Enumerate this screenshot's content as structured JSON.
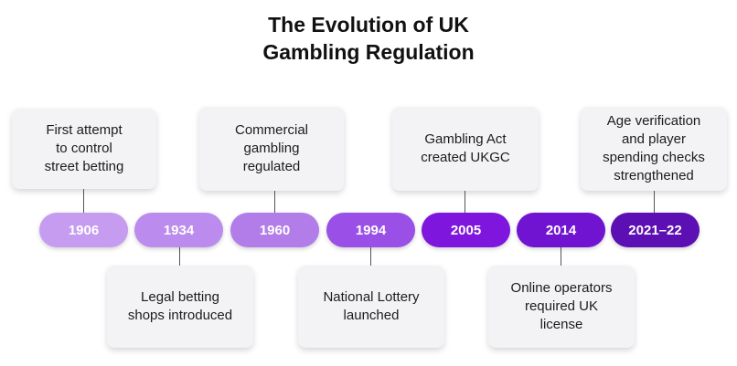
{
  "title": {
    "line1": "The Evolution of UK",
    "line2": "Gambling Regulation"
  },
  "colors": {
    "pill_1906": "#c69cf0",
    "pill_1934": "#bb8cee",
    "pill_1960": "#b27de9",
    "pill_1994": "#9a4fe6",
    "pill_2005": "#7f16dd",
    "pill_2014": "#7014d2",
    "pill_2021": "#5c0fb2",
    "box_bg": "#f3f3f5"
  },
  "timeline": [
    {
      "year": "1906",
      "event": [
        "First attempt",
        "to control",
        "street betting"
      ]
    },
    {
      "year": "1934",
      "event": [
        "Legal betting",
        "shops introduced"
      ]
    },
    {
      "year": "1960",
      "event": [
        "Commercial",
        "gambling",
        "regulated"
      ]
    },
    {
      "year": "1994",
      "event": [
        "National Lottery",
        "launched"
      ]
    },
    {
      "year": "2005",
      "event": [
        "Gambling Act",
        "created UKGC"
      ]
    },
    {
      "year": "2014",
      "event": [
        "Online operators",
        "required UK",
        "license"
      ]
    },
    {
      "year": "2021–22",
      "event": [
        "Age verification",
        "and player",
        "spending checks",
        "strengthened"
      ]
    }
  ]
}
